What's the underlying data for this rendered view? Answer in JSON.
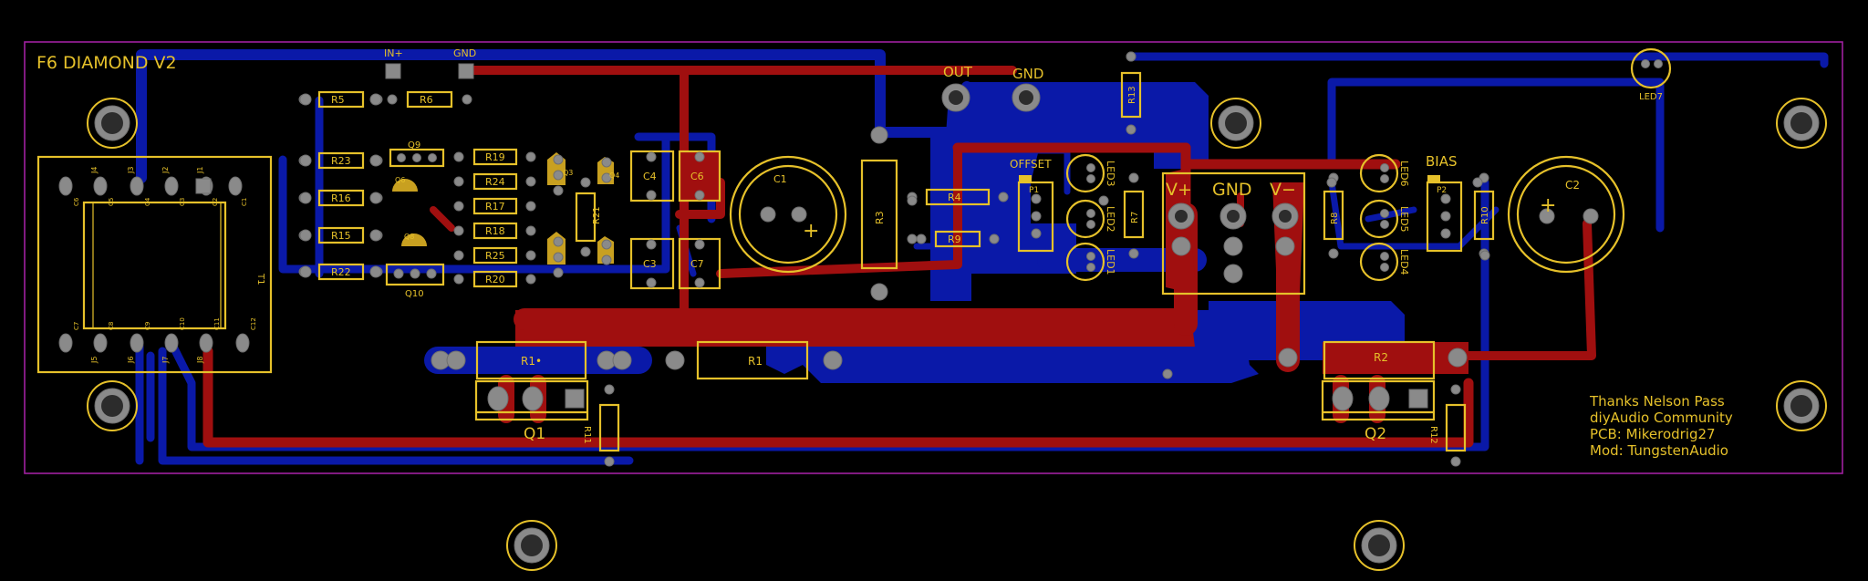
{
  "board": {
    "title": "F6 DIAMOND V2",
    "credits": [
      "Thanks Nelson Pass",
      "diyAudio Community",
      "PCB: Mikerodrig27",
      "Mod: TungstenAudio"
    ],
    "colors": {
      "background": "#000000",
      "outline": "#a020a0",
      "silkscreen": "#e6c12a",
      "top_copper": "#a00f0f",
      "bottom_copper": "#0a19a8",
      "pad": "#8a8a8a"
    }
  },
  "labels": {
    "in_plus": "IN+",
    "gnd_in": "GND",
    "out": "OUT",
    "gnd_out": "GND",
    "offset": "OFFSET",
    "bias": "BIAS",
    "v_plus": "V+",
    "gnd_pwr": "GND",
    "v_minus": "V−"
  },
  "components": {
    "resistors_left": [
      "R5",
      "R6",
      "R23",
      "R16",
      "R15",
      "R22"
    ],
    "resistors_mid": [
      "R19",
      "R24",
      "R17",
      "R18",
      "R25",
      "R20",
      "R21"
    ],
    "resistors_other": [
      "R3",
      "R4",
      "R9",
      "R13",
      "R7",
      "R8",
      "R10",
      "R11",
      "R12"
    ],
    "power_resistors": [
      "R1",
      "R1•",
      "R2"
    ],
    "caps_small": [
      "C4",
      "C6",
      "C3",
      "C7"
    ],
    "caps_large": [
      "C1",
      "C2"
    ],
    "transistors": [
      "Q9",
      "Q10",
      "Q1",
      "Q2"
    ],
    "small_signal": [
      "Q6",
      "Q8",
      "Q3",
      "Q4"
    ],
    "trimmers": [
      "P1",
      "P2"
    ],
    "leds": [
      "LED1",
      "LED2",
      "LED3",
      "LED4",
      "LED5",
      "LED6",
      "LED7"
    ],
    "transformer": "T1",
    "transformer_pins_top": [
      "J4",
      "J3",
      "J2",
      "J1"
    ],
    "transformer_pins_bottom": [
      "J5",
      "J6",
      "J7",
      "J8"
    ],
    "transformer_caps": [
      "C6",
      "C5",
      "C4",
      "C3",
      "C2",
      "C1",
      "C7",
      "C8",
      "C9",
      "C10",
      "C11",
      "C12"
    ]
  }
}
